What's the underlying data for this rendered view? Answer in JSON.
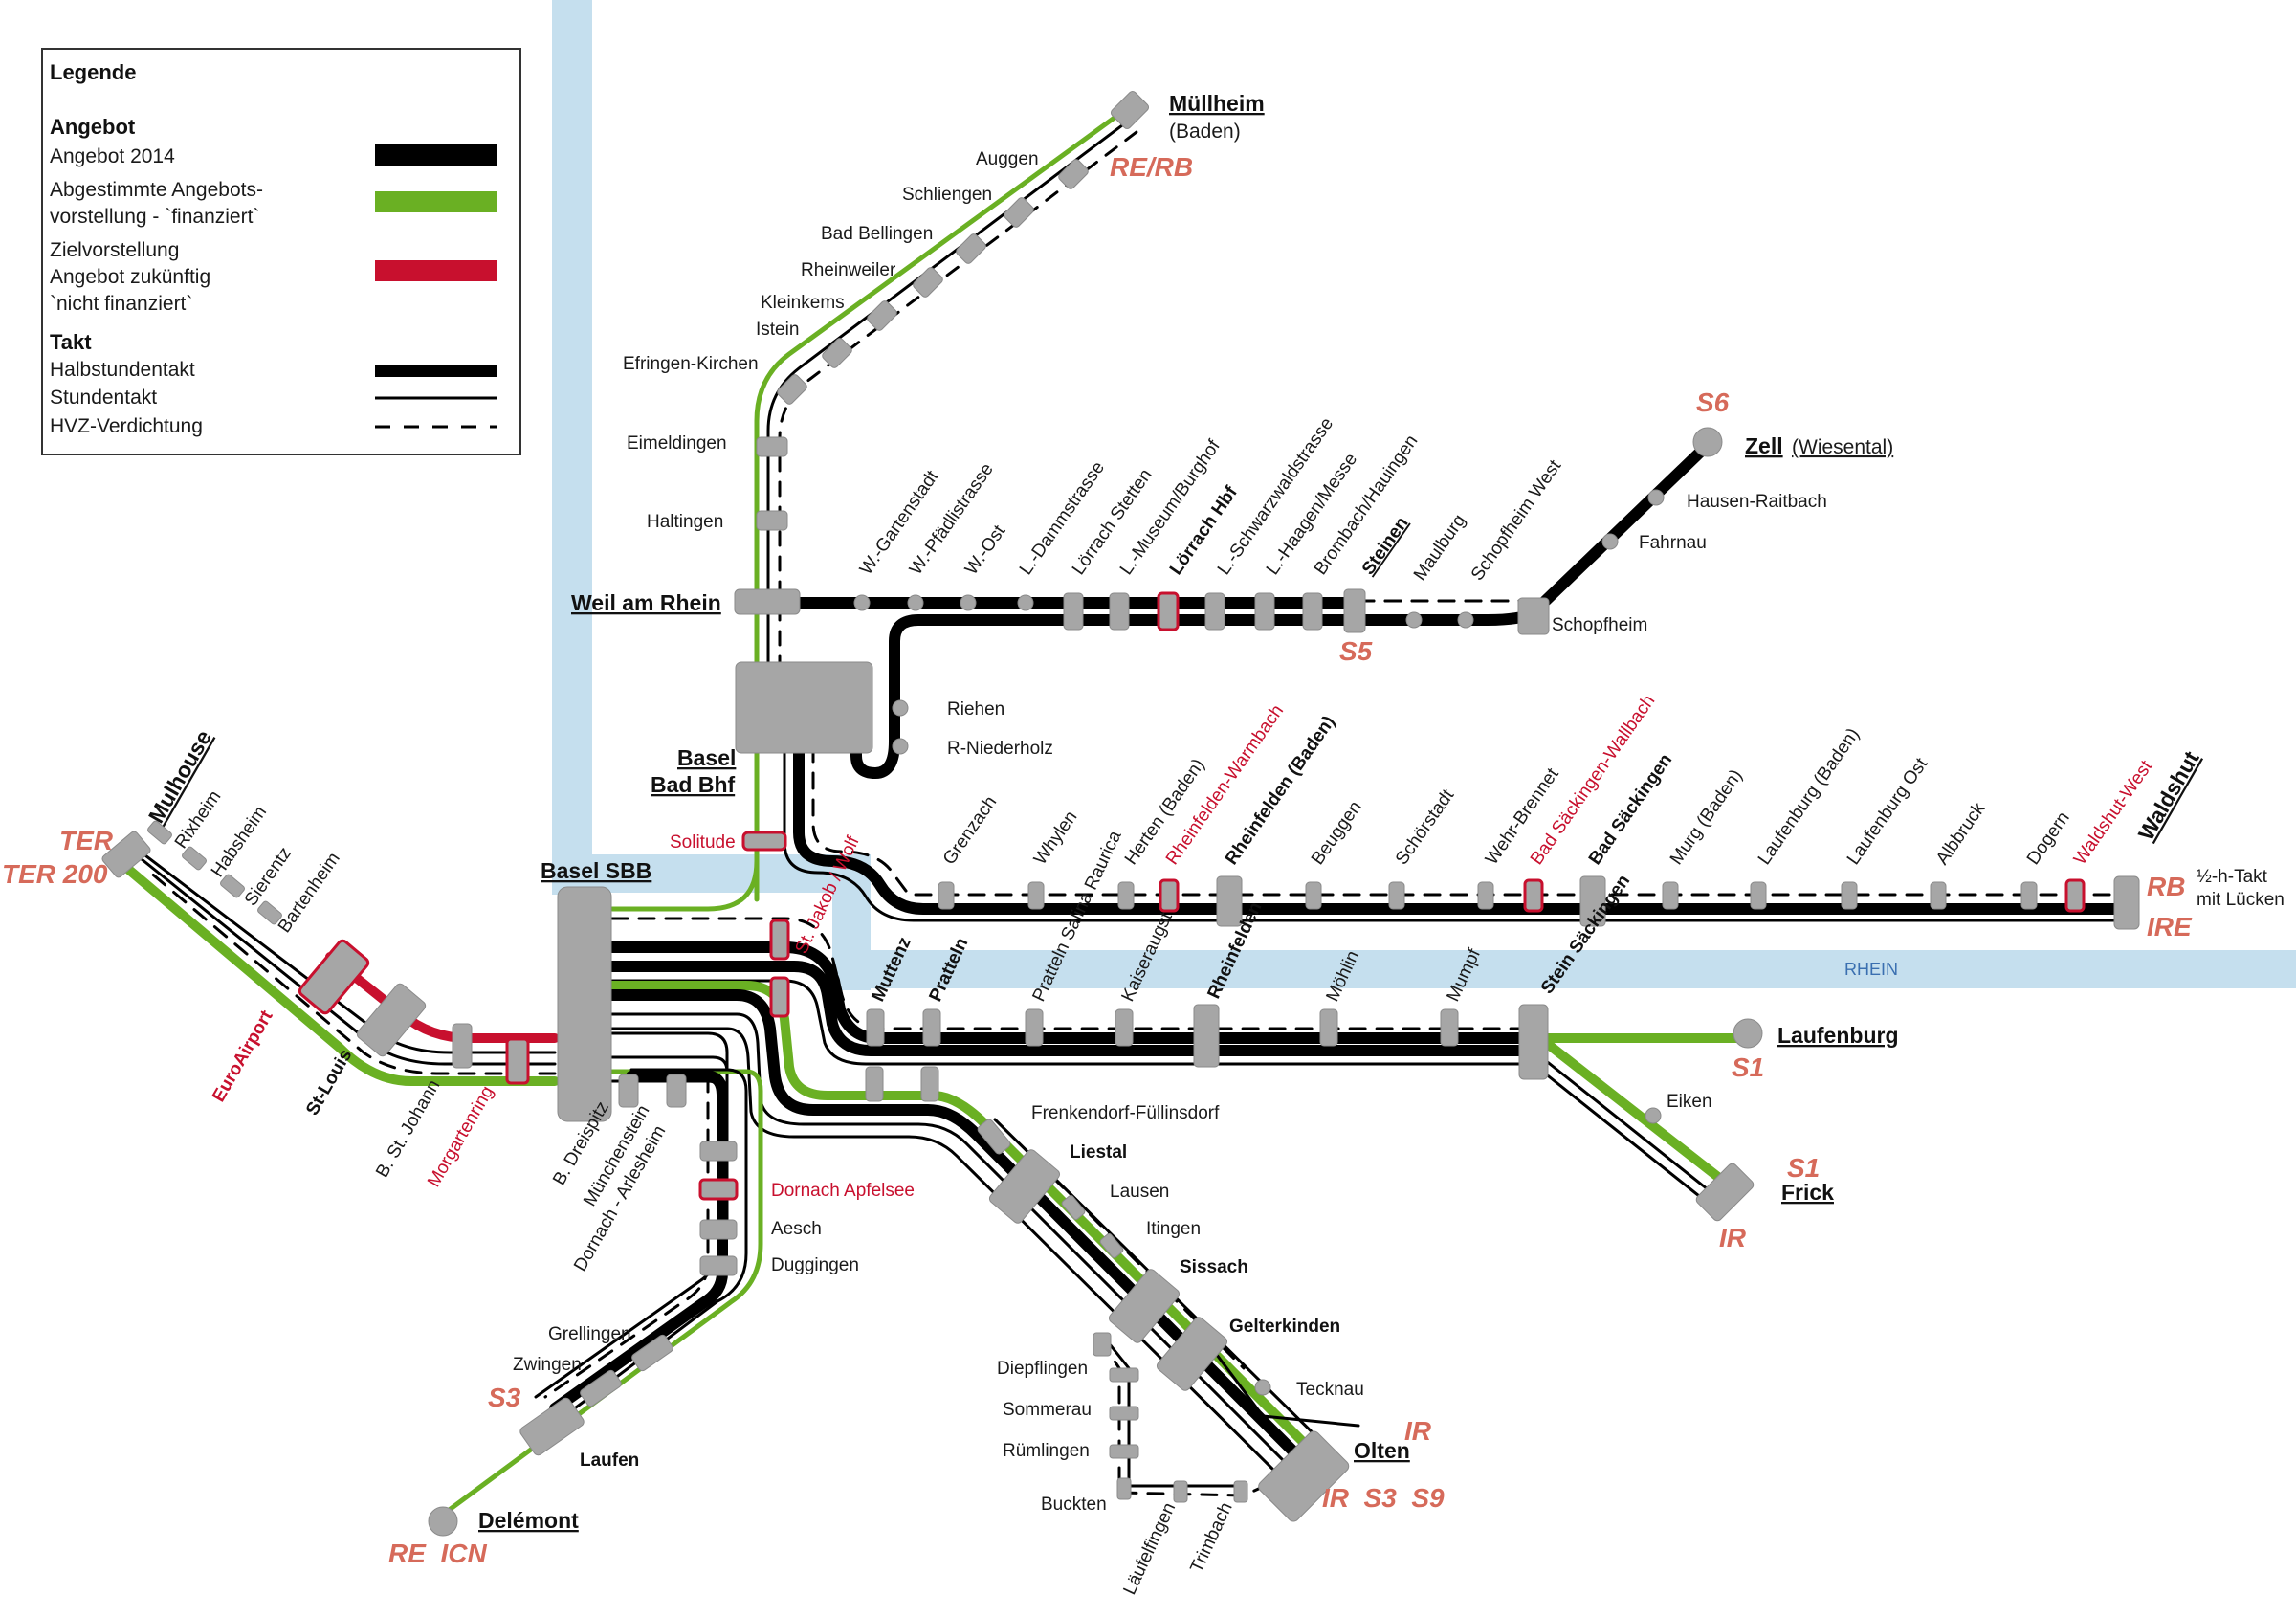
{
  "legend": {
    "title": "Legende",
    "section_offer": "Angebot",
    "offer_2014": "Angebot 2014",
    "agreed_line1": "Abgestimmte Angebots-",
    "agreed_line2": "vorstellung - `finanziert`",
    "target_line1": "Zielvorstellung",
    "target_line2": "Angebot zukünftig",
    "target_line3": "`nicht finanziert`",
    "section_takt": "Takt",
    "half_hour": "Halbstundentakt",
    "hourly": "Stundentakt",
    "peak": "HVZ-Verdichtung",
    "colors": {
      "offer_2014": "#000000",
      "agreed": "#6ab023",
      "target": "#c8102e"
    }
  },
  "river": {
    "label": "RHEIN",
    "color": "#c5dfee"
  },
  "terminals": {
    "muellheim": "Müllheim",
    "muellheim_sub": "(Baden)",
    "zell": "Zell",
    "zell_sub": "(Wiesental)",
    "waldshut": "Waldshut",
    "waldshut_note1": "½-h-Takt",
    "waldshut_note2": "mit Lücken",
    "laufenburg": "Laufenburg",
    "frick": "Frick",
    "olten": "Olten",
    "delemont": "Delémont",
    "mulhouse": "Mulhouse"
  },
  "hubs": {
    "basel_sbb": "Basel SBB",
    "basel_bad_1": "Basel",
    "basel_bad_2": "Bad Bhf",
    "weil": "Weil am Rhein"
  },
  "services": {
    "re_rb_north": "RE/RB",
    "s6": "S6",
    "s5": "S5",
    "rb_east": "RB",
    "ire_east": "IRE",
    "s1_laufenburg": "S1",
    "s1_frick": "S1",
    "ir_frick": "IR",
    "ir_olten": "IR",
    "ir_s3_s9": "IR  S3  S9",
    "s3": "S3",
    "re_icn": "RE  ICN",
    "ter": "TER",
    "ter200": "TER 200"
  },
  "stations_north": [
    "Auggen",
    "Schliengen",
    "Bad Bellingen",
    "Rheinweiler",
    "Kleinkems",
    "Istein",
    "Efringen-Kirchen",
    "Eimeldingen",
    "Haltingen"
  ],
  "stations_wiese": [
    "W.-Gartenstadt",
    "W.-Pfädlistrasse",
    "W.-Ost",
    "L.-Dammstrasse",
    "Lörrach Stetten",
    "L.-Museum/Burghof",
    "Lörrach Hbf",
    "L.-Schwarzwaldstrasse",
    "L.-Haagen/Messe",
    "Brombach/Hauingen",
    "Steinen",
    "Maulburg",
    "Schopfheim West"
  ],
  "stations_wiese_other": {
    "schopfheim": "Schopfheim",
    "fahrnau": "Fahrnau",
    "hausen": "Hausen-Raitbach",
    "riehen": "Riehen",
    "niederholz": "R-Niederholz"
  },
  "stations_hochrhein": [
    "Grenzach",
    "Whylen",
    "Herten (Baden)",
    "Rheinfelden-Warmbach",
    "Rheinfelden (Baden)",
    "Beuggen",
    "Schörstadt",
    "Wehr-Brennet",
    "Bad Säckingen-Wallbach",
    "Bad Säckingen",
    "Murg (Baden)",
    "Laufenburg (Baden)",
    "Laufenburg Ost",
    "Albbruck",
    "Dogern",
    "Waldshut-West"
  ],
  "stations_ch_rhine": [
    "Muttenz",
    "Pratteln",
    "Pratteln Salina Raurica",
    "Kaiseraugst",
    "Rheinfelden",
    "Möhlin",
    "Mumpf",
    "Stein Säckingen"
  ],
  "stations_misc": {
    "solitude": "Solitude",
    "st_jakob": "St. Jakob / Wolf",
    "eiken": "Eiken",
    "frenkendorf": "Frenkendorf-Füllinsdorf",
    "liestal": "Liestal",
    "lausen": "Lausen",
    "itingen": "Itingen",
    "sissach": "Sissach",
    "gelterkinden": "Gelterkinden",
    "tecknau": "Tecknau",
    "diepflingen": "Diepflingen",
    "sommerau": "Sommerau",
    "ruemlingen": "Rümlingen",
    "buckten": "Buckten",
    "laeufelfingen": "Läufelfingen",
    "trimbach": "Trimbach",
    "dornach_apfelsee": "Dornach Apfelsee",
    "aesch": "Aesch",
    "duggingen": "Duggingen",
    "grellingen": "Grellingen",
    "zwingen": "Zwingen",
    "laufen": "Laufen",
    "dreispitz": "B. Dreispitz",
    "muenchenstein": "Münchenstein",
    "dornach_arlesheim": "Dornach - Arlesheim",
    "st_johann": "B. St. Johann",
    "morgartenring": "Morgartenring",
    "st_louis": "St-Louis",
    "euroairport": "EuroAirport",
    "rixheim": "Rixheim",
    "habsheim": "Habsheim",
    "sierentz": "Sierentz",
    "bartenheim": "Bartenheim"
  }
}
